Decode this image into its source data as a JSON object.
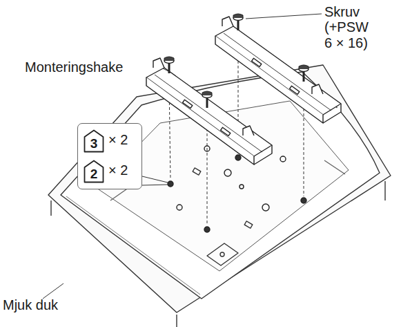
{
  "diagram": {
    "nodes": [
      {
        "text": [
          "× 2",
          "× 2"
        ]
      },
      {
        "text": [
          "3"
        ],
        "in": 0
      },
      {
        "text": [
          "2"
        ],
        "in": 0
      }
    ],
    "labels": [
      "Skruv (+PSW 6 × 16)",
      "Monteringshake",
      "Mjuk duk"
    ]
  }
}
